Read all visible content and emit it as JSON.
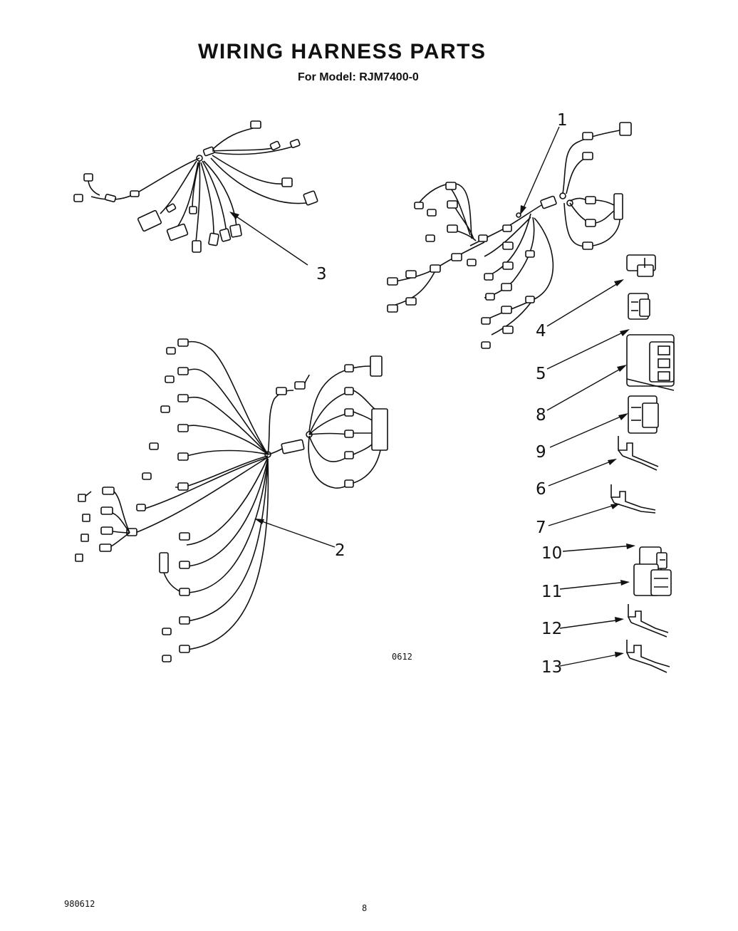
{
  "title": "WIRING HARNESS PARTS",
  "subtitle": "For Model: RJM7400-0",
  "callouts": [
    "1",
    "2",
    "3",
    "4",
    "5",
    "8",
    "9",
    "6",
    "7",
    "10",
    "11",
    "12",
    "13"
  ],
  "figure_code": "0612",
  "doc_number": "980612",
  "page_number": "8"
}
